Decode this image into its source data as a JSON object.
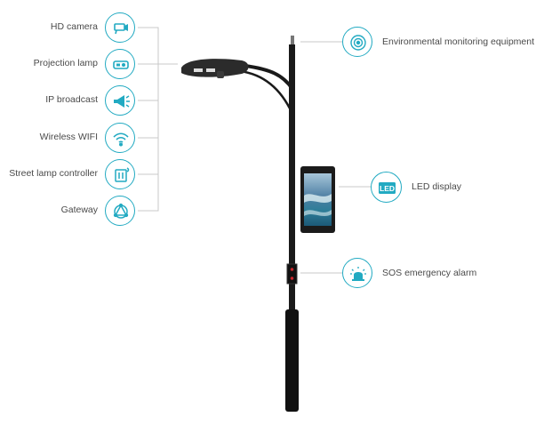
{
  "left_features": [
    {
      "label": "HD camera",
      "icon": "camera-icon"
    },
    {
      "label": "Projection lamp",
      "icon": "projector-icon"
    },
    {
      "label": "IP broadcast",
      "icon": "megaphone-icon"
    },
    {
      "label": "Wireless WIFI",
      "icon": "wifi-icon"
    },
    {
      "label": "Street lamp controller",
      "icon": "controller-icon"
    },
    {
      "label": "Gateway",
      "icon": "gateway-icon"
    }
  ],
  "right_features": [
    {
      "label": "Environmental monitoring equipment",
      "icon": "sensor-icon"
    },
    {
      "label": "LED display",
      "icon": "led-icon",
      "icon_text": "LED"
    },
    {
      "label": "SOS emergency alarm",
      "icon": "alarm-icon"
    }
  ],
  "colors": {
    "accent": "#22aac2",
    "pole": "#1a1a1a",
    "connector": "#c8c8c8"
  }
}
